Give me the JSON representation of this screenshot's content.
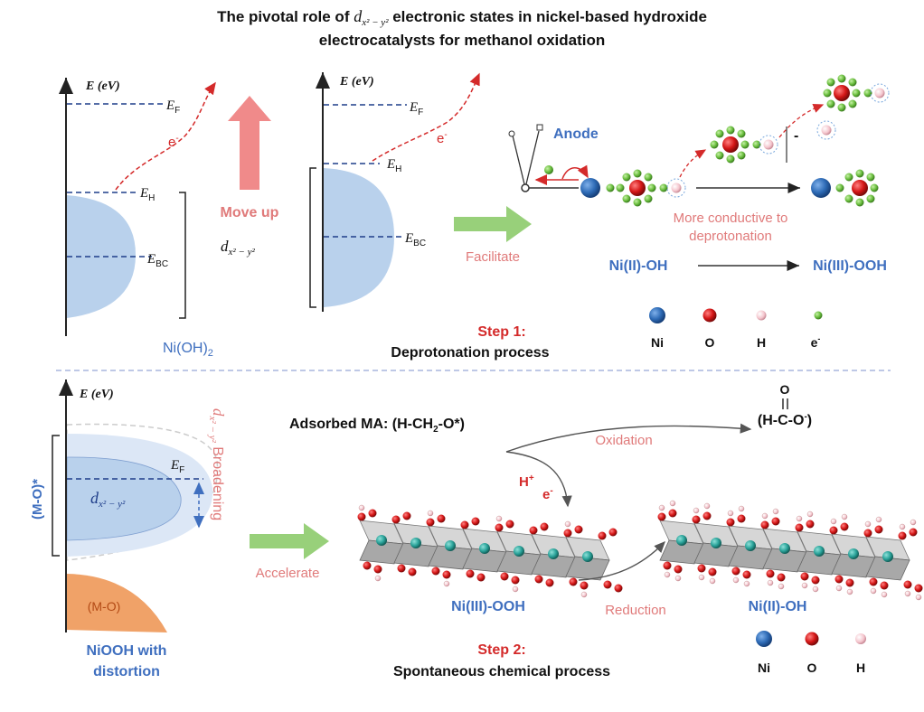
{
  "title": {
    "line1_pre": "The pivotal role of ",
    "line1_orbital": "d",
    "line1_orbital_sub": "x² − y²",
    "line1_post": " electronic states in nickel-based hydroxide",
    "line2": "electrocatalysts for methanol oxidation"
  },
  "panel1": {
    "axis_label": "E (eV)",
    "ef_main": "E",
    "ef_sub": "F",
    "eh_main": "E",
    "eh_sub": "H",
    "ebc_main": "E",
    "ebc_sub": "BC",
    "electron": "e",
    "electron_sup": "-",
    "caption_main": "Ni(OH)",
    "caption_sub": "2"
  },
  "move_up": "Move up",
  "orbital_mid": "d",
  "orbital_mid_sub": "x² − y²",
  "panel2": {
    "axis_label": "E (eV)",
    "ef_main": "E",
    "ef_sub": "F",
    "eh_main": "E",
    "eh_sub": "H",
    "ebc_main": "E",
    "ebc_sub": "BC",
    "electron": "e",
    "electron_sup": "-"
  },
  "facilitate": "Facilitate",
  "anode": "Anode",
  "more_conductive_1": "More conductive to",
  "more_conductive_2": "deprotonation",
  "minus_sign": "-",
  "niii_oh": "Ni(II)-OH",
  "niiii_ooh": "Ni(III)-OOH",
  "step1_title": "Step 1:",
  "step1_desc": "Deprotonation process",
  "legend1": [
    "Ni",
    "O",
    "H",
    "e"
  ],
  "legend1_e_sup": "-",
  "panel3": {
    "axis_label": "E (eV)",
    "ef_main": "E",
    "ef_sub": "F",
    "mo_star": "(M-O)*",
    "mo": "(M-O)",
    "orbital": "d",
    "orbital_sub": "x² − y²",
    "broadening_orbital": "d",
    "broadening_sub": "x² − y²",
    "broadening": " Broadening",
    "caption1": "NiOOH with",
    "caption2": "distortion"
  },
  "accelerate": "Accelerate",
  "adsorbed_ma_pre": "Adsorbed MA:  (H-CH",
  "adsorbed_ma_sub": "2",
  "adsorbed_ma_post": "-O*)",
  "formate_o": "O",
  "formate": "(H-C-O",
  "formate_sup": "-",
  "formate_close": ")",
  "oxidation": "Oxidation",
  "hplus": "H",
  "hplus_sup": "+",
  "eminus": "e",
  "eminus_sup": "-",
  "reduction": "Reduction",
  "label_niiii_ooh_bottom": "Ni(III)-OOH",
  "label_niii_oh_bottom": "Ni(II)-OH",
  "step2_title": "Step 2:",
  "step2_desc": "Spontaneous chemical process",
  "legend2": [
    "Ni",
    "O",
    "H"
  ],
  "colors": {
    "blue_text": "#3f6fbf",
    "pink_text": "#e07a7a",
    "red_text": "#d42a2a",
    "band_blue": "#b9d1ec",
    "band_orange": "#f0a268",
    "arrow_green": "#98d07a",
    "arrow_pink": "#f08a8a",
    "ni": "#2e6bb6",
    "o": "#d41616",
    "h": "#f4c4cc",
    "electron": "#6bbf3f",
    "teal": "#2aa39a"
  }
}
